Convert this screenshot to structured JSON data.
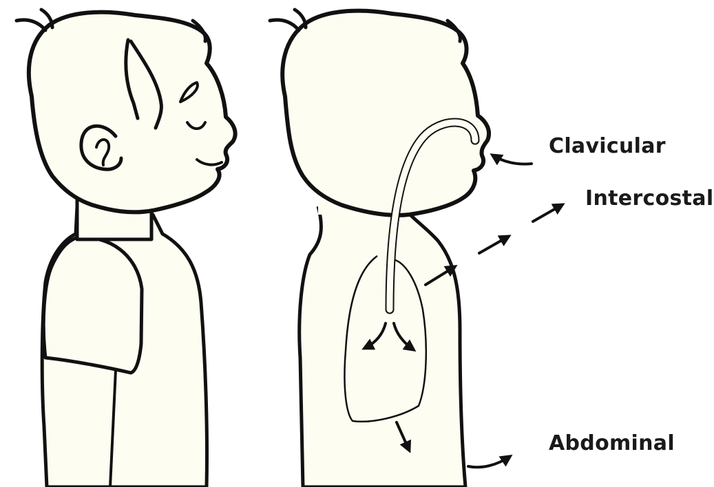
{
  "colors": {
    "skin_fill": "#fefdf1",
    "outline": "#111111",
    "background": "#ffffff"
  },
  "labels": {
    "clavicular": "Clavicular",
    "intercostal": "Intercostal",
    "abdominal": "Abdominal"
  },
  "figures": [
    {
      "name": "boy-resting",
      "pose": "side profile, eyes closed, smiling"
    },
    {
      "name": "boy-breathing",
      "pose": "side profile silhouette with airway and lung"
    }
  ],
  "icons": [
    "airway-tube-icon",
    "lung-icon",
    "breath-arrow-icon"
  ]
}
